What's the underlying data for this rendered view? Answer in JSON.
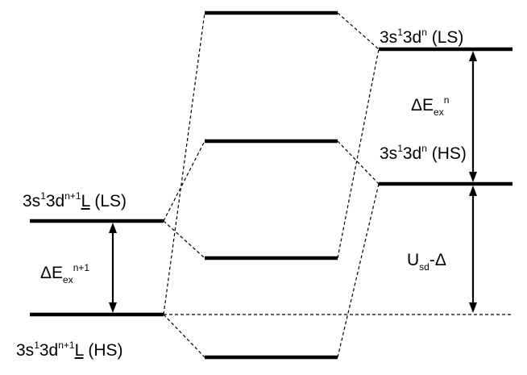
{
  "labels": {
    "right_ls": {
      "base1": "3s",
      "sup1": "1",
      "base2": "3d",
      "sup2": "n",
      "suffix": " (LS)"
    },
    "right_hs": {
      "base1": "3s",
      "sup1": "1",
      "base2": "3d",
      "sup2": "n",
      "suffix": " (HS)"
    },
    "left_ls": {
      "base1": "3s",
      "sup1": "1",
      "base2": "3d",
      "sup2": "n+1",
      "ligand": "L",
      "suffix": " (LS)"
    },
    "left_hs": {
      "base1": "3s",
      "sup1": "1",
      "base2": "3d",
      "sup2": "n+1",
      "ligand": "L",
      "suffix": " (HS)"
    },
    "delta_right": {
      "delta": "ΔE",
      "sub": "ex",
      "sup": "n"
    },
    "delta_left": {
      "delta": "ΔE",
      "sub": "ex",
      "sup": "n+1"
    },
    "usd": {
      "base": "U",
      "sub": "sd",
      "suffix": "-Δ"
    }
  }
}
